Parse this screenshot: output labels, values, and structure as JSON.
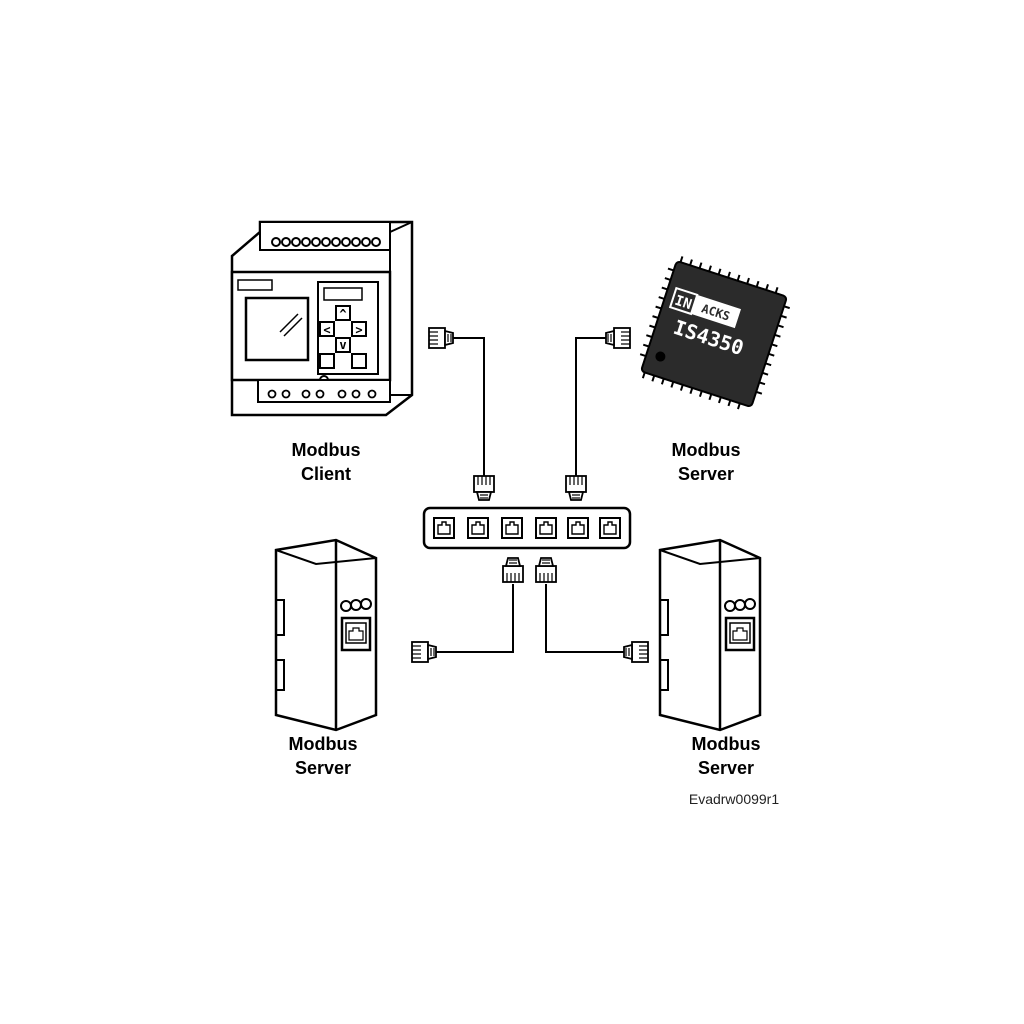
{
  "nodes": {
    "client": {
      "line1": "Modbus",
      "line2": "Client"
    },
    "server_chip": {
      "line1": "Modbus",
      "line2": "Server"
    },
    "server_left": {
      "line1": "Modbus",
      "line2": "Server"
    },
    "server_right": {
      "line1": "Modbus",
      "line2": "Server"
    }
  },
  "chip": {
    "brand_left": "IN",
    "brand_right": "ACKS",
    "model": "IS4350"
  },
  "plc_keys": {
    "up": "^",
    "left": "<",
    "right": ">",
    "down": "v"
  },
  "switch": {
    "port_count": 6
  },
  "reference": "Evadrw0099r1",
  "colors": {
    "ink": "#000000",
    "chip_body": "#2b2b2b",
    "chip_text": "#ffffff"
  }
}
